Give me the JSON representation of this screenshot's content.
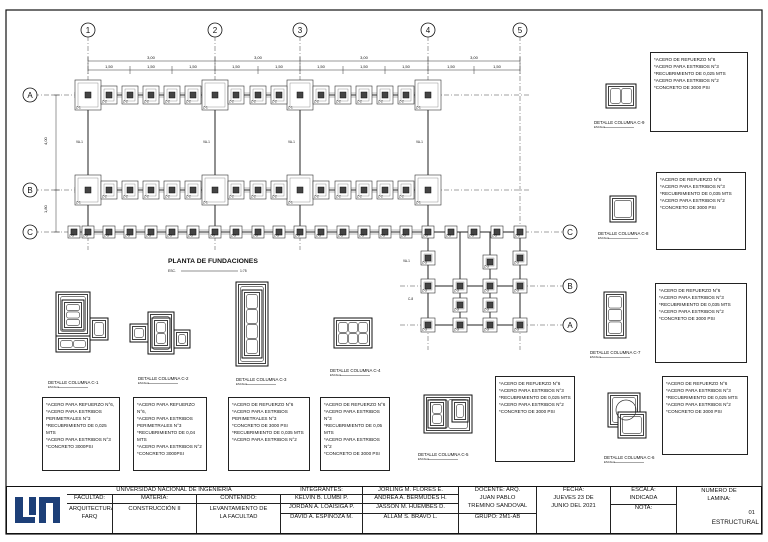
{
  "plan": {
    "title": "PLANTA DE FUNDACIONES",
    "scale_label": "ESC.",
    "scale_value": "1:75",
    "axes_numbers": [
      "1",
      "2",
      "3",
      "4",
      "5"
    ],
    "axes_letters": [
      "A",
      "B",
      "C"
    ]
  },
  "details": [
    {
      "title": "DETALLE COLUMNA C-1",
      "scale": "ESCALA"
    },
    {
      "title": "DETALLE COLUMNA C-2",
      "scale": "ESCALA"
    },
    {
      "title": "DETALLE COLUMNA C-3",
      "scale": "ESCALA"
    },
    {
      "title": "DETALLE COLUMNA C-4",
      "scale": "ESCALA"
    },
    {
      "title": "DETALLE COLUMNA C-5",
      "scale": "ESCALA"
    },
    {
      "title": "DETALLE COLUMNA C-6",
      "scale": "ESCALA"
    },
    {
      "title": "DETALLE COLUMNA C-7",
      "scale": "ESCALA"
    },
    {
      "title": "DETALLE COLUMNA C-8",
      "scale": "ESCALA"
    },
    {
      "title": "DETALLE COLUMNA C-9",
      "scale": "ESCALA"
    }
  ],
  "notes": [
    {
      "lines": [
        "*ACERO PARA REFUERZO N°6,",
        "*ACERO PARA ESTRIBOS PERIMETRALES N°3",
        "*RECUBRIMIENTO DE 0,025 MTS",
        "*ACERO PARA ESTRIBOS N°3",
        "*CONCRETO 3000PSI"
      ]
    },
    {
      "lines": [
        "*ACERO PARA REFUERZO N°6,",
        "*ACERO PARA ESTRIBOS PERIMETRALES N°3",
        "*RECUBRIMIENTO DE 0,04 MTS",
        "*ACERO PARA ESTRIBOS N°2",
        "*CONCRETO 3000PSI"
      ]
    },
    {
      "lines": [
        "*ACERO DE REFUERZO N°6",
        "*ACERO PARA ESTRIBOS PERIMETRALES N°3",
        "*CONCRETO DE 3000 PSI",
        "*RECUBRIMIENTO DE 0,035 MTS",
        "*ACERO PARA ESTRIBOS N°2"
      ]
    },
    {
      "lines": [
        "*ACERO DE REFUERZO N°6",
        "*ACERO PARA ESTRIBOS N°3",
        "*RECUBRIMIENTO DE 0,05 MTS",
        "*ACERO PARA ESTRIBOS N°2",
        "*CONCRETO DE 3000 PSI"
      ]
    },
    {
      "lines": [
        "*ACERO DE REFUERZO N°6",
        "*ACERO PARA ESTRIBOS N°3",
        "*RECUBRIMIENTO DE 0,025 MTS",
        "*ACERO PARA ESTRIBOS N°2",
        "*CONCRETO DE 3000 PSI"
      ]
    },
    {
      "lines": [
        "*ACERO DE REFUERZO N°6",
        "*ACERO PARA ESTRIBOS N°3",
        "*RECUBRIMIENTO DE 0,025 MTS",
        "*ACERO PARA ESTRIBOS N°2",
        "*CONCRETO DE 3000 PSI"
      ]
    },
    {
      "lines": [
        "*ACERO DE REFUERZO N°6",
        "*ACERO PARA ESTRIBOS N°3",
        "*RECUBRIMIENTO DE 0,035 MTS",
        "*ACERO PARA ESTRIBOS N°2",
        "*CONCRETO DE 3000 PSI"
      ]
    },
    {
      "lines": [
        "*ACERO DE REFUERZO N°6",
        "*ACERO PARA ESTRIBOS N°3",
        "*RECUBRIMIENTO DE 0,035 MTS",
        "*ACERO PARA ESTRIBOS N°2",
        "*CONCRETO DE 3000 PSI"
      ]
    },
    {
      "lines": [
        "*ACERO DE REFUERZO N°6",
        "*ACERO PARA ESTRIBOS N°3",
        "*RECUBRIMIENTO DE 0,025 MTS",
        "*ACERO PARA ESTRIBOS N°2",
        "*CONCRETO DE 3000 PSI"
      ]
    }
  ],
  "title_block": {
    "university": "UNIVERSIDAD NACIONAL DE INGENIERIA",
    "faculty_label": "FACULTAD:",
    "faculty_value": "ARQUITECTURA FARQ",
    "subject_label": "MATERIA:",
    "subject_value": "CONSTRUCCIÓN II",
    "content_label": "CONTENIDO:",
    "content_value": "LEVANTAMIENTO DE LA FACULTAD",
    "members_label": "INTEGRANTES:",
    "members": [
      "KELVIN B. LUMBI P.",
      "JORDAN A. LOAISIGA P.",
      "DAVID A. ESPINOZA M."
    ],
    "members2": [
      "JORLING M. FLORES E.",
      "ANDREA A. BERMUDES H.",
      "JASSON M. HUEMBES D.",
      "ALLAM S. BRAVO L."
    ],
    "teacher_label": "DOCENTE: ARQ.",
    "teacher_value": "JUAN PABLO TREMINO SANDOVAL",
    "group": "GRUPO: 2M1-AB",
    "date_label": "FECHA:",
    "date_value": "JUEVES 23 DE JUNIO DEL 2021",
    "scale_label": "ESCALA:",
    "scale_value": "INDICADA",
    "note_label": "NOTA:",
    "sheet_label": "NUMERO DE LAMINA:",
    "sheet_number": "01",
    "sheet_type": "ESTRUCTURAL"
  }
}
